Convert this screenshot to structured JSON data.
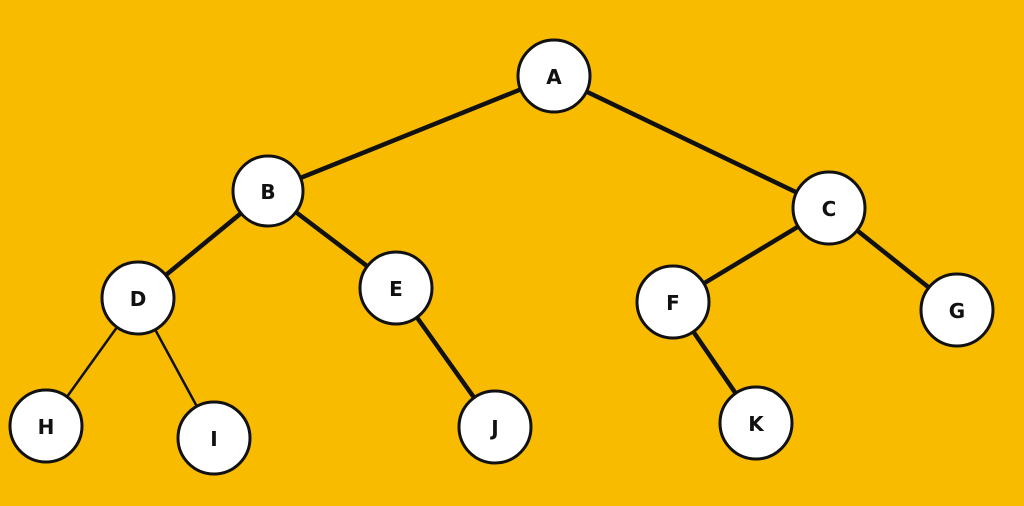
{
  "diagram": {
    "type": "binary-tree",
    "background_color": "#f8bb00",
    "node_fill": "#ffffff",
    "edge_color": "#111111",
    "nodes": [
      {
        "id": "A",
        "label": "A"
      },
      {
        "id": "B",
        "label": "B"
      },
      {
        "id": "C",
        "label": "C"
      },
      {
        "id": "D",
        "label": "D"
      },
      {
        "id": "E",
        "label": "E"
      },
      {
        "id": "F",
        "label": "F"
      },
      {
        "id": "G",
        "label": "G"
      },
      {
        "id": "H",
        "label": "H"
      },
      {
        "id": "I",
        "label": "I"
      },
      {
        "id": "J",
        "label": "J"
      },
      {
        "id": "K",
        "label": "K"
      }
    ],
    "edges": [
      {
        "from": "A",
        "to": "B"
      },
      {
        "from": "A",
        "to": "C"
      },
      {
        "from": "B",
        "to": "D"
      },
      {
        "from": "B",
        "to": "E"
      },
      {
        "from": "C",
        "to": "F"
      },
      {
        "from": "C",
        "to": "G"
      },
      {
        "from": "D",
        "to": "H"
      },
      {
        "from": "D",
        "to": "I"
      },
      {
        "from": "E",
        "to": "J"
      },
      {
        "from": "F",
        "to": "K"
      }
    ]
  }
}
